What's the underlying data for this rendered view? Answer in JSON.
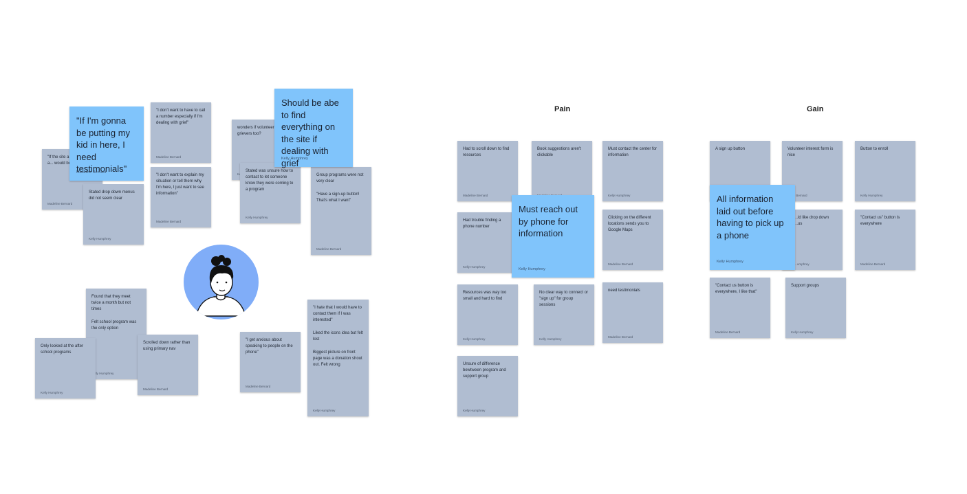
{
  "headings": {
    "pain": "Pain",
    "gain": "Gain"
  },
  "notes": {
    "n1": {
      "text": "\"If the site a... grieving as a... would be he...",
      "author": "Madeline Bernard"
    },
    "n2": {
      "text": "\"If I'm gonna be putting my kid in here, I need testimonials\"",
      "author": "Madeline Bernard"
    },
    "n3": {
      "text": "Stated drop down menus did not seem clear",
      "author": "Kelly Humphrey"
    },
    "n4": {
      "text": "\"I don't want to have to call a number especially if I'm dealing with grief\"",
      "author": "Madeline Bernard"
    },
    "n5": {
      "text": "\"I don't want to explain my situation or tell them why I'm here, I just want to see information\"",
      "author": "Madeline Bernard"
    },
    "n6": {
      "text": "wonders if volunteers... grievers too?",
      "author": "Ke..."
    },
    "n7": {
      "text": "Should be abe to find everything on the site if dealing with grief",
      "author": "Kelly Humphrey"
    },
    "n8": {
      "text": "Stated was unsure how to contact to let someone know they were coming to a program",
      "author": "Kelly Humphrey"
    },
    "n9": {
      "text": "Group programs were not very clear",
      "text2": "\"Have a sign-up button! That's what I want\"",
      "author": "Madeline Bernard"
    },
    "n10": {
      "text": "Found that they meet twice a month but not times",
      "text2": "Felt school program was the only option",
      "author": "Kelly Humphrey"
    },
    "n11": {
      "text": "Only looked at the after school programs",
      "author": "Kelly Humphrey"
    },
    "n12": {
      "text": "Scrolled down rather than using primary nav",
      "author": "Madeline Bernard"
    },
    "n13": {
      "text": "\"I get anxious about speaking to people on the phone\"",
      "author": "Madeline Bernard"
    },
    "n14": {
      "text": "\"I hate that I would have to contact them if I was interested\"",
      "text2": "Liked the icons idea but felt lost",
      "text3": "Biggest picture on front page was a donation shout out. Felt wrong",
      "author": "Kelly Humphrey"
    },
    "p1": {
      "text": "Had to scroll down to find resources",
      "author": "Madeline Bernard"
    },
    "p2": {
      "text": "Book suggestions aren't clickable",
      "author": "Madeline Bernard"
    },
    "p3": {
      "text": "Must contact the center for information",
      "author": "Kelly Humphrey"
    },
    "p4": {
      "text": "Had trouble finding a phone number",
      "author": "Kelly Humphrey"
    },
    "p5": {
      "text": "Must reach out by phone for information",
      "author": "Kelly Humphrey"
    },
    "p6": {
      "text": "Clicking on the different locations sends you to Google Maps",
      "author": "Madeline Bernard"
    },
    "p7": {
      "text": "Resources was way too small and hard to find",
      "author": "Kelly Humphrey"
    },
    "p8": {
      "text": "No clear way to connect or \"sign up\" for group sessions",
      "author": "Kelly Humphrey"
    },
    "p9": {
      "text": "need testimonials",
      "author": "Madeline Bernard"
    },
    "p10": {
      "text": "Unsure of difference bewtween program and support group",
      "author": "Kelly Humphrey"
    },
    "g1": {
      "text": "A sign up button",
      "author": ""
    },
    "g2": {
      "text": "Volunteer interest form is nice",
      "author": "...line Bernard"
    },
    "g3": {
      "text": "Button to enroll",
      "author": "Kelly Humphrey"
    },
    "g4": {
      "text": "...ld like drop down ...us",
      "author": "...umphrey"
    },
    "g5": {
      "text": "All information laid out before having to pick up a phone",
      "author": "Kelly Humphrey"
    },
    "g6": {
      "text": "\"Contact us\" button is everywhere",
      "author": "Madeline Bernard"
    },
    "g7": {
      "text": "\"Contact us button is everywhere, I like that\"",
      "author": "Madeline Bernard"
    },
    "g8": {
      "text": "Support groups",
      "author": "Kelly Humphrey"
    }
  },
  "colors": {
    "note": "#b0bdd1",
    "highlight": "#80c4fb",
    "avatar_bg": "#80adf8"
  },
  "icons": {
    "avatar": "user-persona-illustration"
  }
}
